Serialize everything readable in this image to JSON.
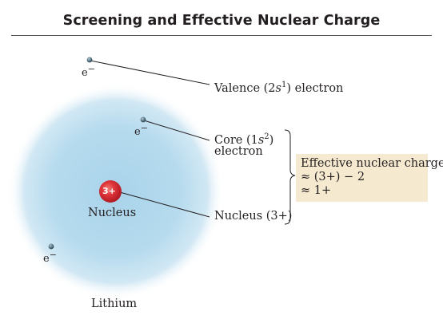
{
  "title": "Screening and Effective Nuclear Charge",
  "electron_symbol": "e",
  "electron_charge": "−",
  "nucleus": {
    "charge": "3+",
    "label": "Nucleus"
  },
  "atom_label": "Lithium",
  "callouts": {
    "valence": {
      "pre": "Valence (2",
      "orbital": "s",
      "superscript": "1",
      "post": ") electron"
    },
    "core": {
      "pre": "Core (1",
      "orbital": "s",
      "superscript": "2",
      "post": ")",
      "line2": "electron"
    },
    "nucleus": {
      "text": "Nucleus (3+)"
    }
  },
  "result": {
    "line1": "Effective nuclear charge",
    "line2": "≈ (3+) − 2",
    "line3": "≈ 1+"
  },
  "colors": {
    "cloud": "#b9dcee",
    "nucleus": "#d8262e",
    "electron": "#4a6a7a",
    "result_box": "#f5e9cf"
  }
}
